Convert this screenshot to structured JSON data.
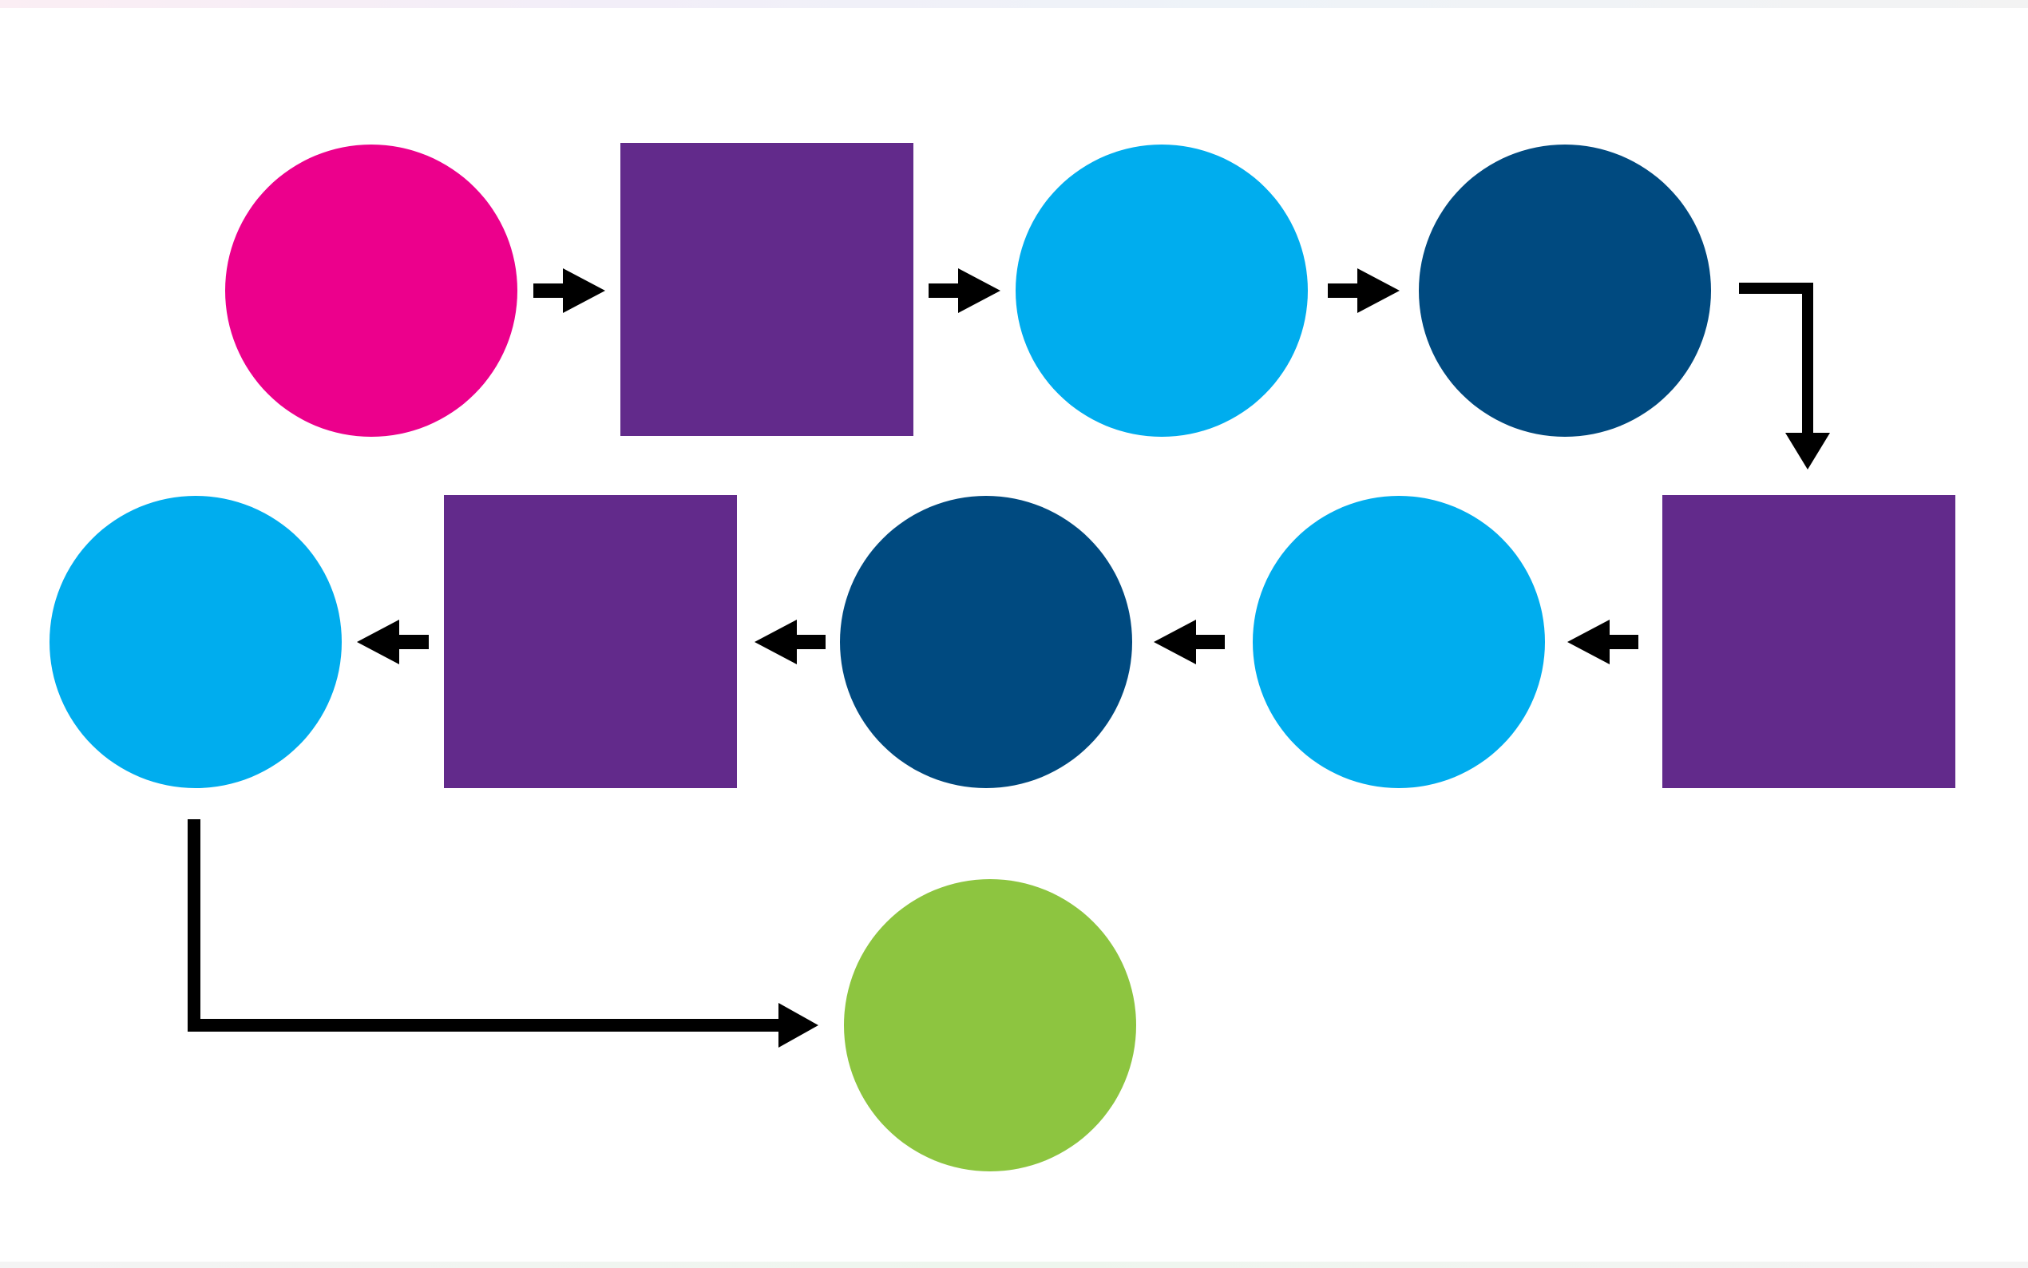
{
  "diagram": {
    "colors": {
      "magenta": "#EC008C",
      "purple": "#622A8B",
      "light_blue": "#00ADEE",
      "navy": "#004A80",
      "green": "#8DC540",
      "arrow": "#000000"
    },
    "nodes": [
      {
        "id": "n1",
        "shape": "circle",
        "color": "magenta"
      },
      {
        "id": "n2",
        "shape": "square",
        "color": "purple"
      },
      {
        "id": "n3",
        "shape": "circle",
        "color": "light_blue"
      },
      {
        "id": "n4",
        "shape": "circle",
        "color": "navy"
      },
      {
        "id": "n5",
        "shape": "square",
        "color": "purple"
      },
      {
        "id": "n6",
        "shape": "circle",
        "color": "light_blue"
      },
      {
        "id": "n7",
        "shape": "circle",
        "color": "navy"
      },
      {
        "id": "n8",
        "shape": "square",
        "color": "purple"
      },
      {
        "id": "n9",
        "shape": "circle",
        "color": "light_blue"
      },
      {
        "id": "n10",
        "shape": "circle",
        "color": "green"
      }
    ],
    "edges": [
      {
        "from": "n1",
        "to": "n2"
      },
      {
        "from": "n2",
        "to": "n3"
      },
      {
        "from": "n3",
        "to": "n4"
      },
      {
        "from": "n4",
        "to": "n5"
      },
      {
        "from": "n5",
        "to": "n6"
      },
      {
        "from": "n6",
        "to": "n7"
      },
      {
        "from": "n7",
        "to": "n8"
      },
      {
        "from": "n8",
        "to": "n9"
      },
      {
        "from": "n9",
        "to": "n10"
      }
    ]
  }
}
